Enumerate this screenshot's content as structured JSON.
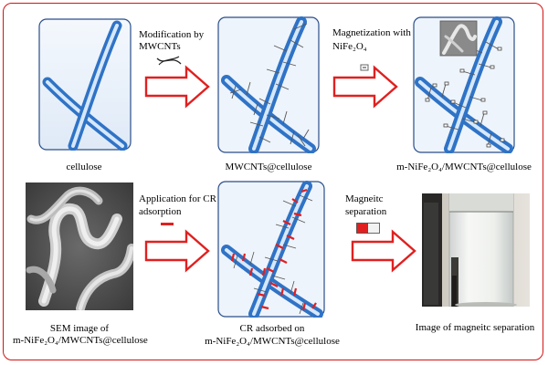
{
  "title": "Preparation of m-NiFe2O4/MWCNTs@cellulose and CR adsorption scheme",
  "labels": {
    "cellulose": "cellulose",
    "mwcnts_cellulose": "MWCNTs@cellulose",
    "m_nife_top": "m-NiFe₂O₄/MWCNTs@cellulose",
    "sem_line1": "SEM image of",
    "sem_line2": "m-NiFe₂O₄/MWCNTs@cellulose",
    "cr_line1": "CR adsorbed on",
    "cr_line2": "m-NiFe₂O₄/MWCNTs@cellulose",
    "image_sep": "Image of magneitc separation"
  },
  "steps": {
    "step1_line1": "Modification by",
    "step1_line2": "MWCNTs",
    "step2_line1": "Magnetization with",
    "step2_line2": "NiFe₂O₄",
    "step3_line1": "Application for CR",
    "step3_line2": "adsorption",
    "step4_line1": "Magneitc",
    "step4_line2": "separation"
  },
  "colors": {
    "frame": "#d21414",
    "arrow": "#e02020",
    "fiber": "#4a90d9",
    "panel_border": "#2a4e8a"
  }
}
